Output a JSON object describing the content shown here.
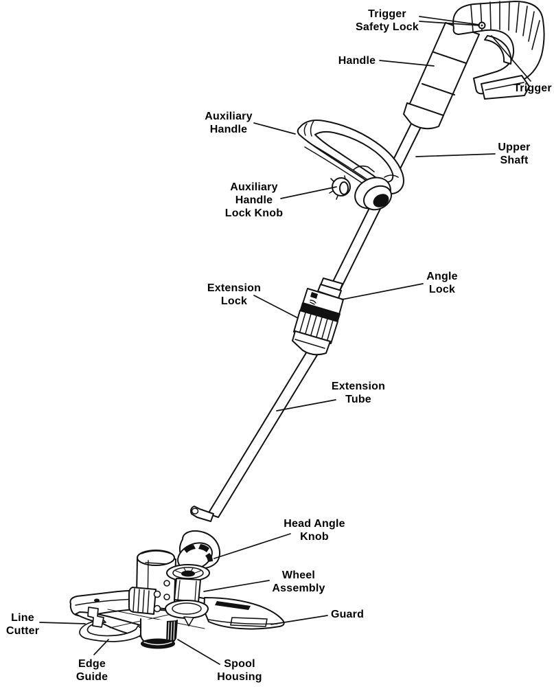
{
  "meta": {
    "figure_type": "labeled parts diagram",
    "subject": "cordless string trimmer / grass trimmer line drawing",
    "background_color": "#ffffff",
    "line_color": "#111111",
    "text_color": "#000000"
  },
  "labels": [
    {
      "id": "trigger-safety-lock",
      "text": "Trigger\nSafety Lock"
    },
    {
      "id": "handle",
      "text": "Handle"
    },
    {
      "id": "trigger",
      "text": "Trigger"
    },
    {
      "id": "auxiliary-handle",
      "text": "Auxiliary\nHandle"
    },
    {
      "id": "upper-shaft",
      "text": "Upper\nShaft"
    },
    {
      "id": "auxiliary-handle-lock-knob",
      "text": "Auxiliary\nHandle\nLock Knob"
    },
    {
      "id": "extension-lock",
      "text": "Extension\nLock"
    },
    {
      "id": "angle-lock",
      "text": "Angle\nLock"
    },
    {
      "id": "extension-tube",
      "text": "Extension\nTube"
    },
    {
      "id": "head-angle-knob",
      "text": "Head Angle\nKnob"
    },
    {
      "id": "wheel-assembly",
      "text": "Wheel\nAssembly"
    },
    {
      "id": "line-cutter",
      "text": "Line\nCutter"
    },
    {
      "id": "guard",
      "text": "Guard"
    },
    {
      "id": "edge-guide",
      "text": "Edge\nGuide"
    },
    {
      "id": "spool-housing",
      "text": "Spool\nHousing"
    }
  ]
}
